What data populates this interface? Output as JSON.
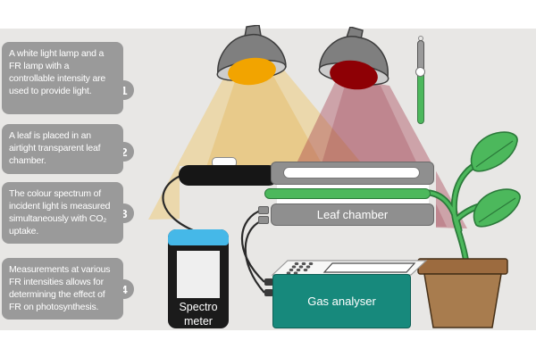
{
  "steps": [
    {
      "number": "1",
      "text": "A white light lamp and a FR lamp with a controllable intensity are used to provide light."
    },
    {
      "number": "2",
      "text": "A leaf is placed in an airtight transparent leaf chamber."
    },
    {
      "number": "3",
      "text": "The colour spectrum of incident light is measured simultaneously with CO₂ uptake."
    },
    {
      "number": "4",
      "text": "Measurements at various FR intensities allows for determining the effect of FR on photosynthesis."
    }
  ],
  "devices": {
    "leaf_chamber_label": "Leaf chamber",
    "spectrometer_label_line1": "Spectro",
    "spectrometer_label_line2": "meter",
    "gas_analyser_label": "Gas analyser"
  },
  "colors": {
    "bg_band": "#e8e7e5",
    "step_box": "#9a9a9a",
    "step_text": "#ffffff",
    "lamp_shade": "#7f7f7f",
    "lamp_rim": "#cdcdcd",
    "white_bulb": "#f2a400",
    "fr_bulb": "#8e0005",
    "white_beam": "#eec45c",
    "fr_beam": "#a03446",
    "slider_gray": "#9a9a9a",
    "slider_green": "#4cb85c",
    "leaf_green": "#4cb85c",
    "leaf_outline": "#2b7a3a",
    "chamber_gray": "#8f8f8f",
    "sensor_black": "#161616",
    "spectro_black": "#1b1b1b",
    "spectro_blue": "#45b8e8",
    "analyser_teal": "#17897c",
    "pot_brown": "#a87c4e",
    "pot_rim": "#9c6b3f",
    "wire_dark": "#2a2a2a"
  }
}
